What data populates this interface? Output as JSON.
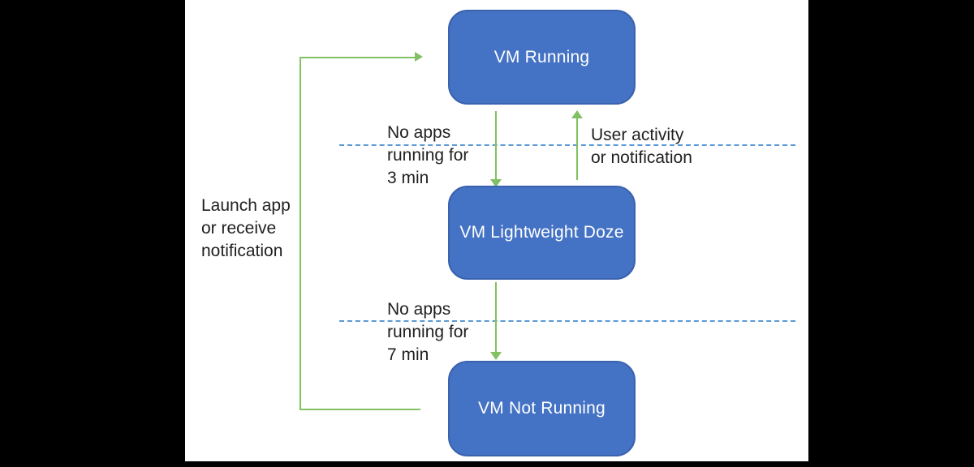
{
  "diagram": {
    "nodes": [
      {
        "id": "vm-running",
        "label": "VM Running"
      },
      {
        "id": "vm-lightweight-doze",
        "label": "VM Lightweight Doze"
      },
      {
        "id": "vm-not-running",
        "label": "VM Not Running"
      }
    ],
    "edges": [
      {
        "from": "vm-running",
        "to": "vm-lightweight-doze",
        "label": "No apps running for 3 min"
      },
      {
        "from": "vm-lightweight-doze",
        "to": "vm-running",
        "label": "User activity or notification"
      },
      {
        "from": "vm-lightweight-doze",
        "to": "vm-not-running",
        "label": "No apps running for 7 min"
      },
      {
        "from": "vm-not-running",
        "to": "vm-running",
        "label": "Launch app or receive notification"
      }
    ],
    "labels": {
      "no_apps_3": {
        "lines": [
          "No apps",
          "running for",
          "3 min"
        ]
      },
      "user_activity": {
        "lines": [
          "User activity",
          "or notification"
        ]
      },
      "launch_app": {
        "lines": [
          "Launch app",
          "or receive",
          "notification"
        ]
      },
      "no_apps_7": {
        "lines": [
          "No apps",
          "running for",
          "7 min"
        ]
      }
    }
  },
  "colors": {
    "frame-bg": "#000000",
    "canvas-bg": "#ffffff",
    "box-fill": "#4472c4",
    "box-border": "#3a62ae",
    "box-text": "#ffffff",
    "arrow-green": "#82c163",
    "dashed-blue": "#5b9bd5",
    "label-text": "#1f1f1f"
  }
}
